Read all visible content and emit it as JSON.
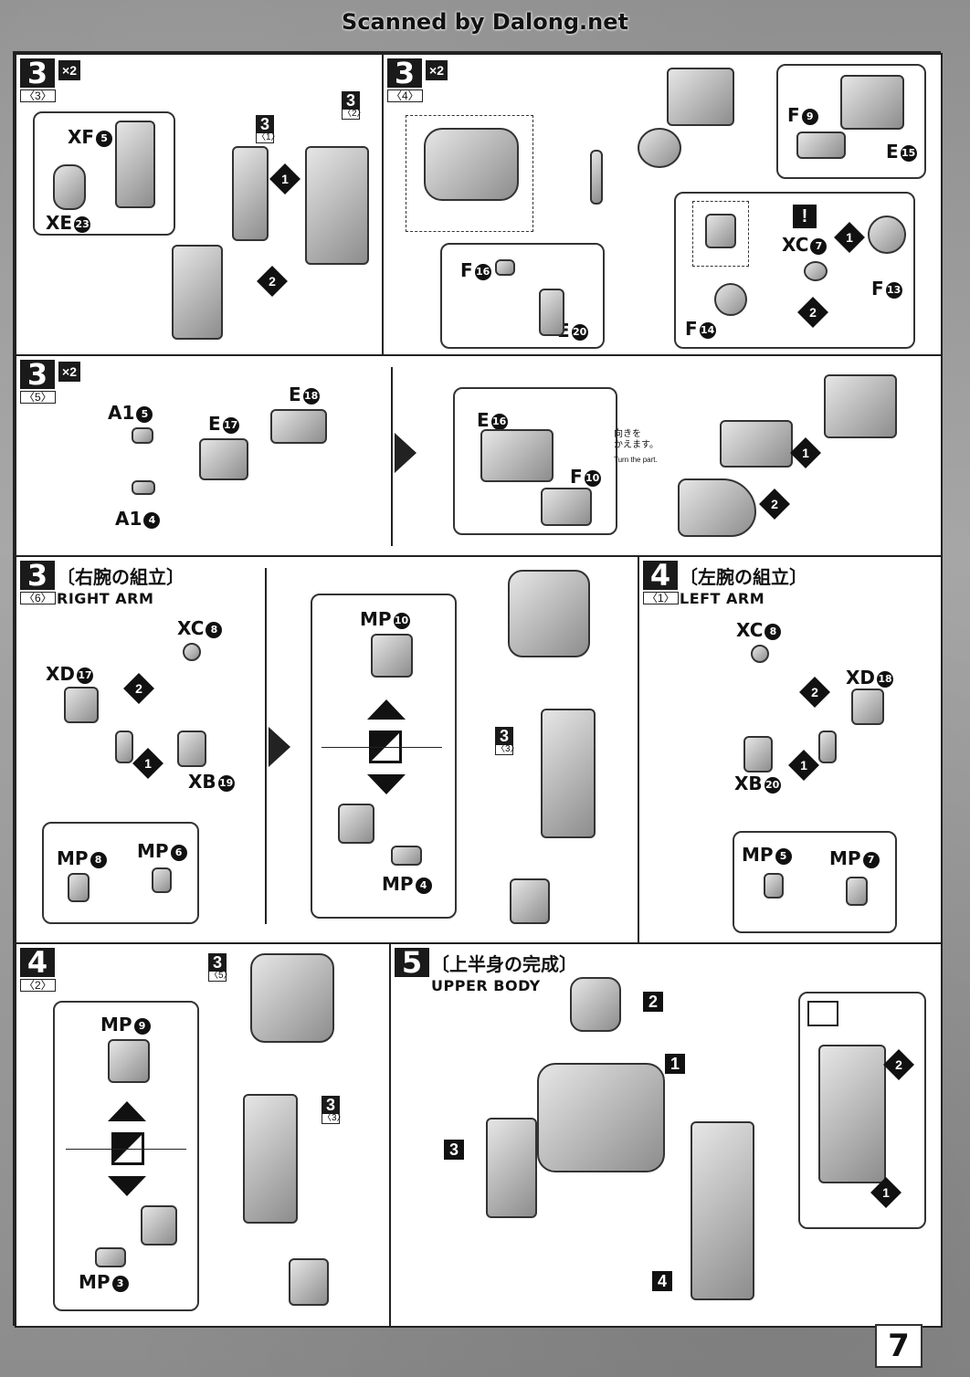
{
  "header": {
    "credit": "Scanned by Dalong.net"
  },
  "page_number": "7",
  "panel_a": {
    "step": "3",
    "times": "×2",
    "sub": "〈3〉",
    "refs": [
      {
        "num": "3",
        "sub": "〈1〉"
      },
      {
        "num": "3",
        "sub": "〈2〉"
      }
    ],
    "labels": [
      {
        "code": "XF",
        "num": "5"
      },
      {
        "code": "XE",
        "num": "23"
      }
    ],
    "orders": [
      "1",
      "2"
    ]
  },
  "panel_b": {
    "step": "3",
    "times": "×2",
    "sub": "〈4〉",
    "labels": [
      {
        "code": "F",
        "num": "9"
      },
      {
        "code": "E",
        "num": "15"
      },
      {
        "code": "F",
        "num": "16"
      },
      {
        "code": "E",
        "num": "20"
      },
      {
        "code": "XC",
        "num": "7"
      },
      {
        "code": "F",
        "num": "13"
      },
      {
        "code": "F",
        "num": "14"
      }
    ],
    "caution": "!",
    "orders": [
      "1",
      "2"
    ]
  },
  "panel_c": {
    "step": "3",
    "times": "×2",
    "sub": "〈5〉",
    "labels": [
      {
        "code": "A1",
        "num": "5"
      },
      {
        "code": "E",
        "num": "17"
      },
      {
        "code": "E",
        "num": "18"
      },
      {
        "code": "A1",
        "num": "4"
      },
      {
        "code": "E",
        "num": "16"
      },
      {
        "code": "F",
        "num": "10"
      }
    ],
    "note_jp": "向きを\nかえます。",
    "note_en": "Turn the part.",
    "orders": [
      "1",
      "2"
    ]
  },
  "panel_d": {
    "step": "3",
    "sub": "〈6〉",
    "title_jp": "〔右腕の組立〕",
    "title_en": "RIGHT ARM",
    "labels": [
      {
        "code": "XC",
        "num": "8"
      },
      {
        "code": "XD",
        "num": "17"
      },
      {
        "code": "XB",
        "num": "19"
      },
      {
        "code": "MP",
        "num": "8"
      },
      {
        "code": "MP",
        "num": "6"
      },
      {
        "code": "MP",
        "num": "10"
      },
      {
        "code": "MP",
        "num": "4"
      }
    ],
    "ref": {
      "num": "3",
      "sub": "〈3〉"
    },
    "orders": [
      "1",
      "2"
    ]
  },
  "panel_e": {
    "step": "4",
    "sub": "〈1〉",
    "title_jp": "〔左腕の組立〕",
    "title_en": "LEFT ARM",
    "labels": [
      {
        "code": "XC",
        "num": "8"
      },
      {
        "code": "XD",
        "num": "18"
      },
      {
        "code": "XB",
        "num": "20"
      },
      {
        "code": "MP",
        "num": "5"
      },
      {
        "code": "MP",
        "num": "7"
      }
    ],
    "orders": [
      "1",
      "2"
    ]
  },
  "panel_f": {
    "step": "4",
    "sub": "〈2〉",
    "labels": [
      {
        "code": "MP",
        "num": "9"
      },
      {
        "code": "MP",
        "num": "3"
      }
    ],
    "refs": [
      {
        "num": "3",
        "sub": "〈5〉"
      },
      {
        "num": "3",
        "sub": "〈3〉"
      }
    ]
  },
  "panel_g": {
    "step": "5",
    "title_jp": "〔上半身の完成〕",
    "title_en": "UPPER BODY",
    "parts": [
      "2",
      "1",
      "3",
      "4"
    ],
    "orders": [
      "2",
      "1"
    ]
  },
  "colors": {
    "paper": "#ffffff",
    "ink": "#111111",
    "scan_bg": "#9a9a9a"
  }
}
